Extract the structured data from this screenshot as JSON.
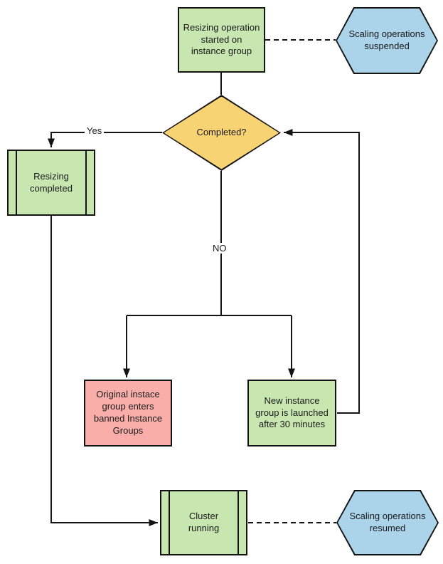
{
  "diagram": {
    "nodes": {
      "start": {
        "label": "Resizing operation\nstarted on\ninstance group",
        "shape": "process"
      },
      "suspended": {
        "label": "Scaling operations\nsuspended",
        "shape": "terminator-hexagon"
      },
      "completed": {
        "label": "Completed?",
        "shape": "decision-diamond"
      },
      "resizing_completed": {
        "label": "Resizing\ncompleted",
        "shape": "predefined-process"
      },
      "banned": {
        "label": "Original instace\ngroup enters\nbanned Instance\nGroups",
        "shape": "process"
      },
      "new_instance": {
        "label": "New instance\ngroup is launched\nafter 30 minutes",
        "shape": "process"
      },
      "cluster_running": {
        "label": "Cluster\nrunning",
        "shape": "predefined-process"
      },
      "resumed": {
        "label": "Scaling operations\nresumed",
        "shape": "terminator-hexagon"
      }
    },
    "edges": {
      "yes_label": "Yes",
      "no_label": "NO"
    },
    "colors": {
      "process_green": "#c8e6b0",
      "terminator_blue": "#abd4ea",
      "decision_yellow": "#f8d374",
      "alert_red": "#f9aeaa",
      "stroke": "#141414"
    }
  }
}
